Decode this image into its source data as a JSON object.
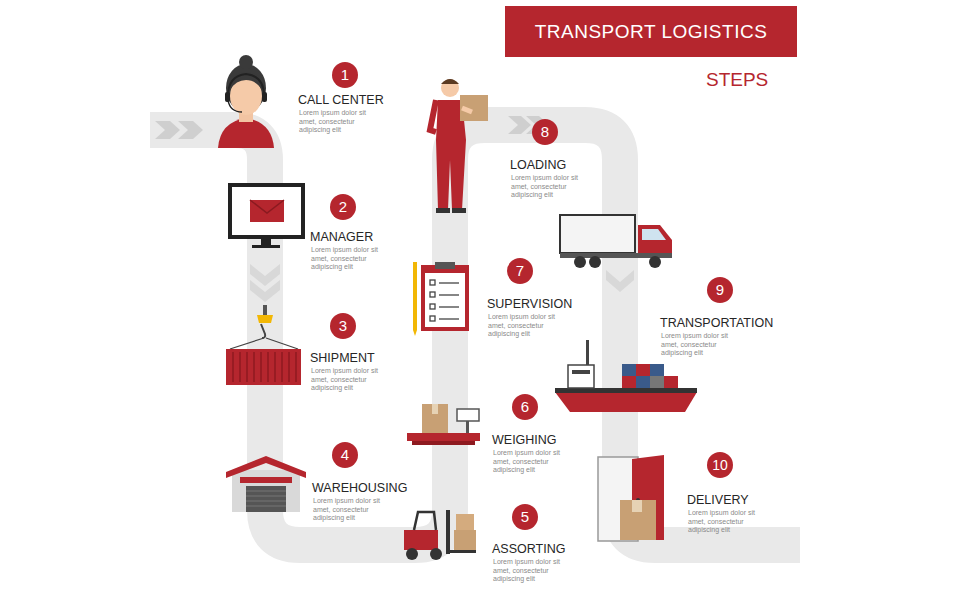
{
  "diagram": {
    "title": "TRANSPORT LOGISTICS",
    "nodes": [
      {
        "text": [
          "1",
          "CALL CENTER",
          "Lorem ipsum dolor sit amet, consectetur adipiscing elit"
        ]
      },
      {
        "text": [
          "2",
          "MANAGER",
          "Lorem ipsum dolor sit amet, consectetur adipiscing elit"
        ]
      },
      {
        "text": [
          "3",
          "SHIPMENT",
          "Lorem ipsum dolor sit amet, consectetur adipiscing elit"
        ]
      },
      {
        "text": [
          "4",
          "WAREHOUSING",
          "Lorem ipsum dolor sit amet, consectetur adipiscing elit"
        ]
      },
      {
        "text": [
          "5",
          "ASSORTING",
          "Lorem ipsum dolor sit amet, consectetur adipiscing elit"
        ]
      },
      {
        "text": [
          "6",
          "WEIGHING",
          "Lorem ipsum dolor sit amet, consectetur adipiscing elit"
        ]
      },
      {
        "text": [
          "7",
          "SUPERVISION",
          "Lorem ipsum dolor sit amet, consectetur adipiscing elit"
        ]
      },
      {
        "text": [
          "8",
          "LOADING",
          "Lorem ipsum dolor sit amet, consectetur adipiscing elit"
        ]
      },
      {
        "text": [
          "9",
          "TRANSPORTATION",
          "Lorem ipsum dolor sit amet, consectetur adipiscing elit"
        ]
      },
      {
        "text": [
          "10",
          "DELIVERY",
          "Lorem ipsum dolor sit amet, consectetur adipiscing elit"
        ]
      }
    ],
    "labels": [
      "STEPS"
    ]
  }
}
